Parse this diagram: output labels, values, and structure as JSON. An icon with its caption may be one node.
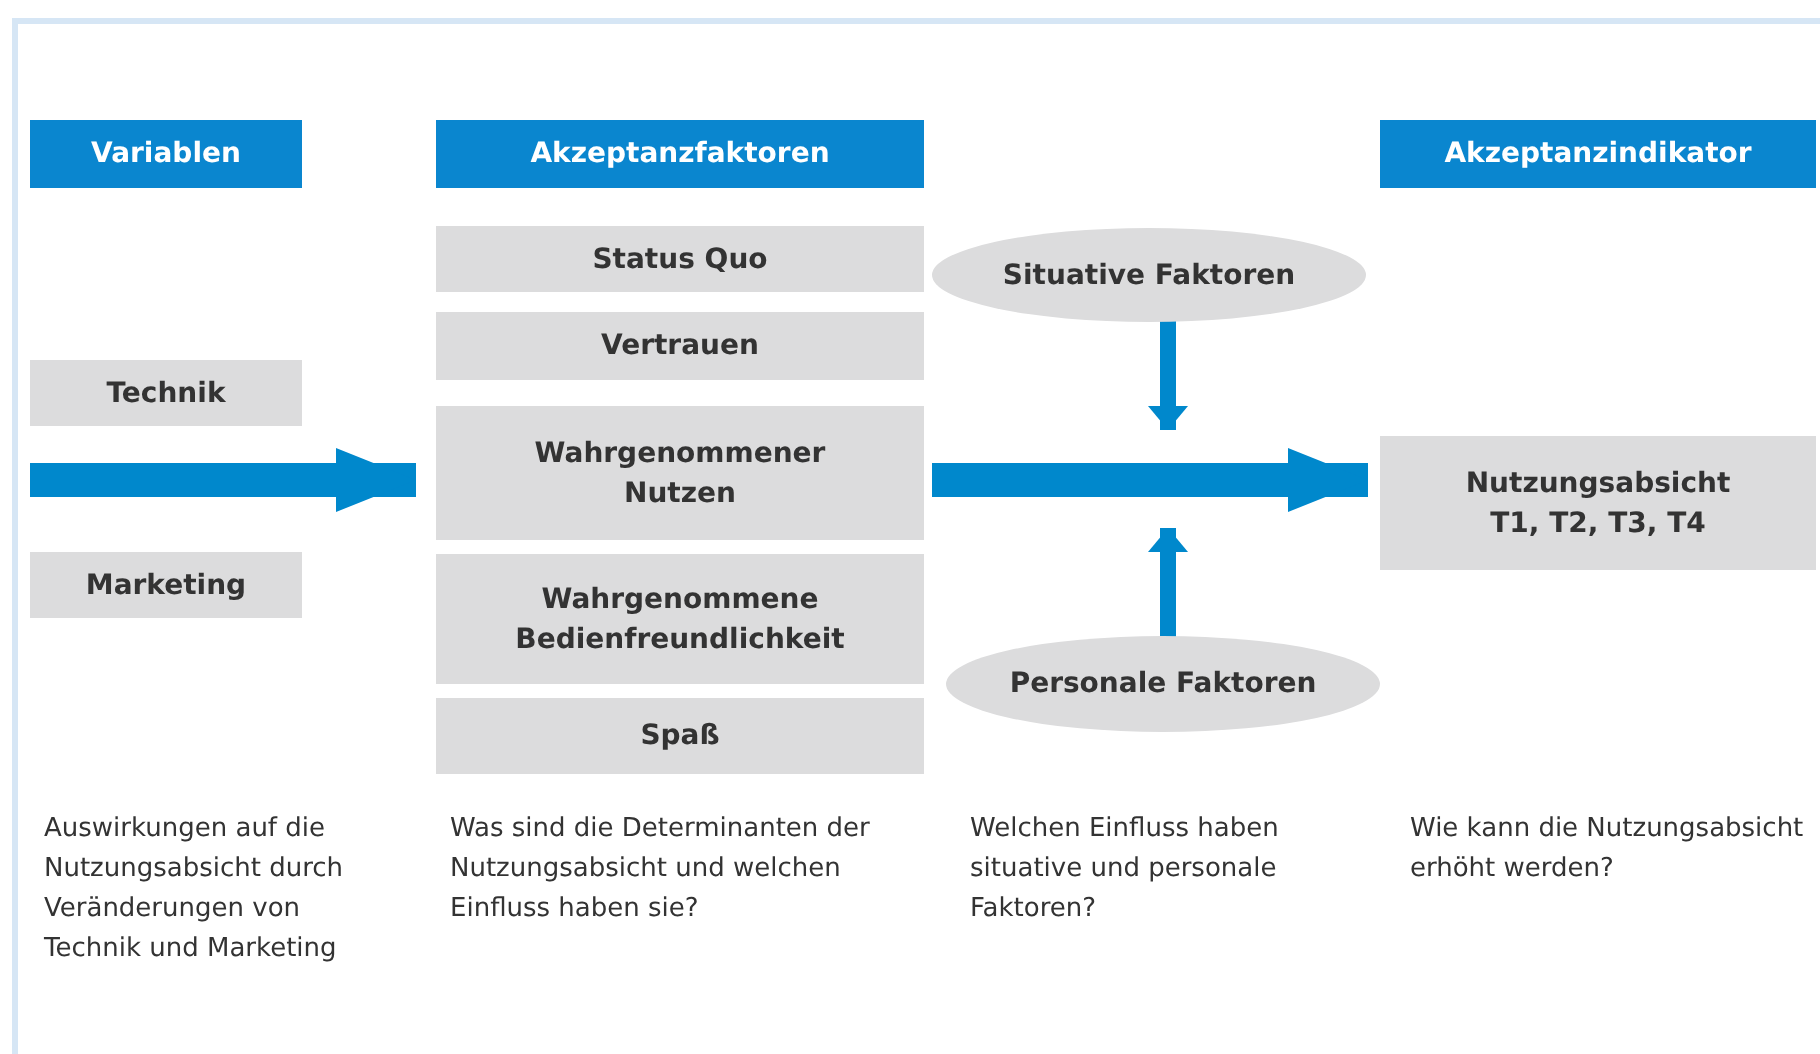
{
  "diagram": {
    "nodes": [
      {
        "text": [
          "Variablen"
        ]
      },
      {
        "text": [
          "Akzeptanzfaktoren"
        ]
      },
      {
        "text": [
          "Akzeptanzindikator"
        ]
      },
      {
        "text": [
          "Technik"
        ]
      },
      {
        "text": [
          "Marketing"
        ]
      },
      {
        "text": [
          "Status Quo"
        ]
      },
      {
        "text": [
          "Vertrauen"
        ]
      },
      {
        "text": [
          "Wahrgenommener Nutzen"
        ]
      },
      {
        "text": [
          "Wahrgenommene Bedienfreundlichkeit"
        ]
      },
      {
        "text": [
          "Spaß"
        ]
      },
      {
        "text": [
          "Situative Faktoren"
        ]
      },
      {
        "text": [
          "Personale Faktoren"
        ]
      },
      {
        "text": [
          "Nutzungsabsicht T1, T2, T3, T4"
        ]
      }
    ],
    "edges": [
      {
        "from": null,
        "to": 7,
        "arrow": "to",
        "style": "thick"
      },
      {
        "from": 7,
        "to": 12,
        "arrow": "to",
        "style": "thick"
      },
      {
        "from": 10,
        "to": null,
        "arrow": "to"
      },
      {
        "from": 11,
        "to": null,
        "arrow": "to"
      }
    ],
    "labels": [
      "Auswirkungen auf die Nutzungsabsicht durch Veränderungen von Technik und Marketing",
      "Was sind die Determinanten der Nutzungsabsicht und welchen Einfluss haben sie?",
      "Welchen Einfluss haben situative und personale Faktoren?",
      "Wie kann die Nutzungsabsicht erhöht werden?"
    ]
  }
}
